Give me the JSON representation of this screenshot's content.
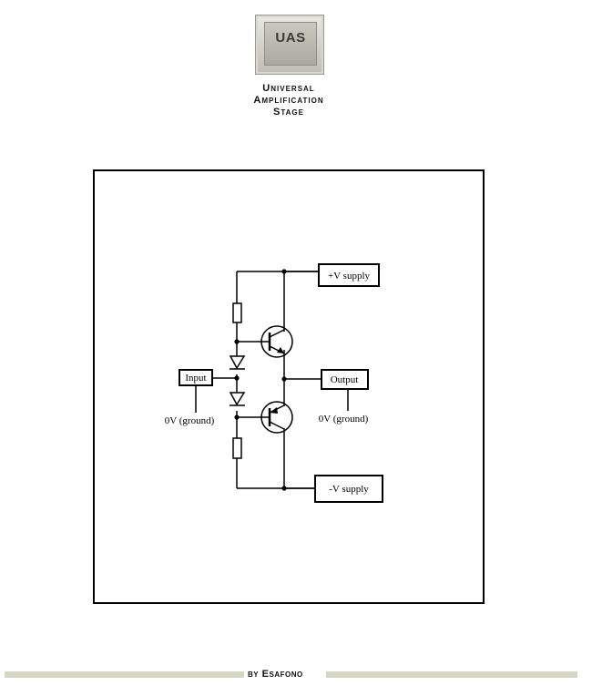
{
  "logo": {
    "text": "UAS"
  },
  "title": {
    "line1": "Universal",
    "line2": "Amplification",
    "line3": "Stage"
  },
  "diagram": {
    "labels": {
      "pos_supply": "+V supply",
      "neg_supply": "-V supply",
      "input": "Input",
      "output": "Output",
      "ground_left": "0V (ground)",
      "ground_right": "0V (ground)"
    }
  },
  "footer": {
    "credit": "by Esafono"
  }
}
